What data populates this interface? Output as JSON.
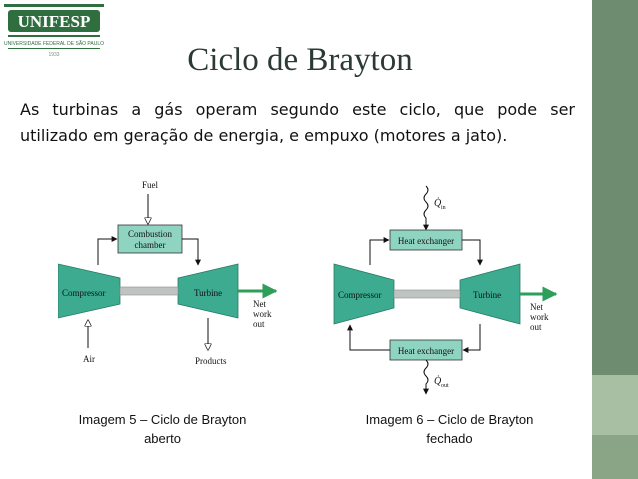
{
  "slide": {
    "title": "Ciclo de Brayton",
    "paragraph_lines": [
      "As turbinas a gás operam segundo este ciclo, que pode ser",
      "utilizado em geração de energia, e empuxo (motores a jato)."
    ]
  },
  "logo": {
    "text": "UNIFESP",
    "subtitle": "UNIVERSIDADE FEDERAL DE SÃO PAULO",
    "year": "1933"
  },
  "open_cycle": {
    "fuel": "Fuel",
    "combustion_line1": "Combustion",
    "combustion_line2": "chamber",
    "compressor": "Compressor",
    "turbine": "Turbine",
    "net_work_line1": "Net",
    "net_work_line2": "work",
    "net_work_line3": "out",
    "air": "Air",
    "products": "Products",
    "caption_line1": "Imagem 5 – Ciclo  de Brayton",
    "caption_line2": "aberto"
  },
  "closed_cycle": {
    "q_in": "Q̇",
    "q_in_sub": "in",
    "q_out": "Q̇",
    "q_out_sub": "out",
    "heat_exchanger_top": "Heat exchanger",
    "heat_exchanger_bottom": "Heat exchanger",
    "compressor": "Compressor",
    "turbine": "Turbine",
    "net_work_line1": "Net",
    "net_work_line2": "work",
    "net_work_line3": "out",
    "caption_line1": "Imagem 6 – Ciclo  de Brayton",
    "caption_line2": "fechado"
  },
  "colors": {
    "component_green": "#3cab8f",
    "box_teal": "#8fd4c0",
    "arrow_green": "#2e9e5b",
    "sidebar_dark": "#6b8a6e",
    "sidebar_light": "#9eb59a",
    "title": "#2b3a33"
  }
}
